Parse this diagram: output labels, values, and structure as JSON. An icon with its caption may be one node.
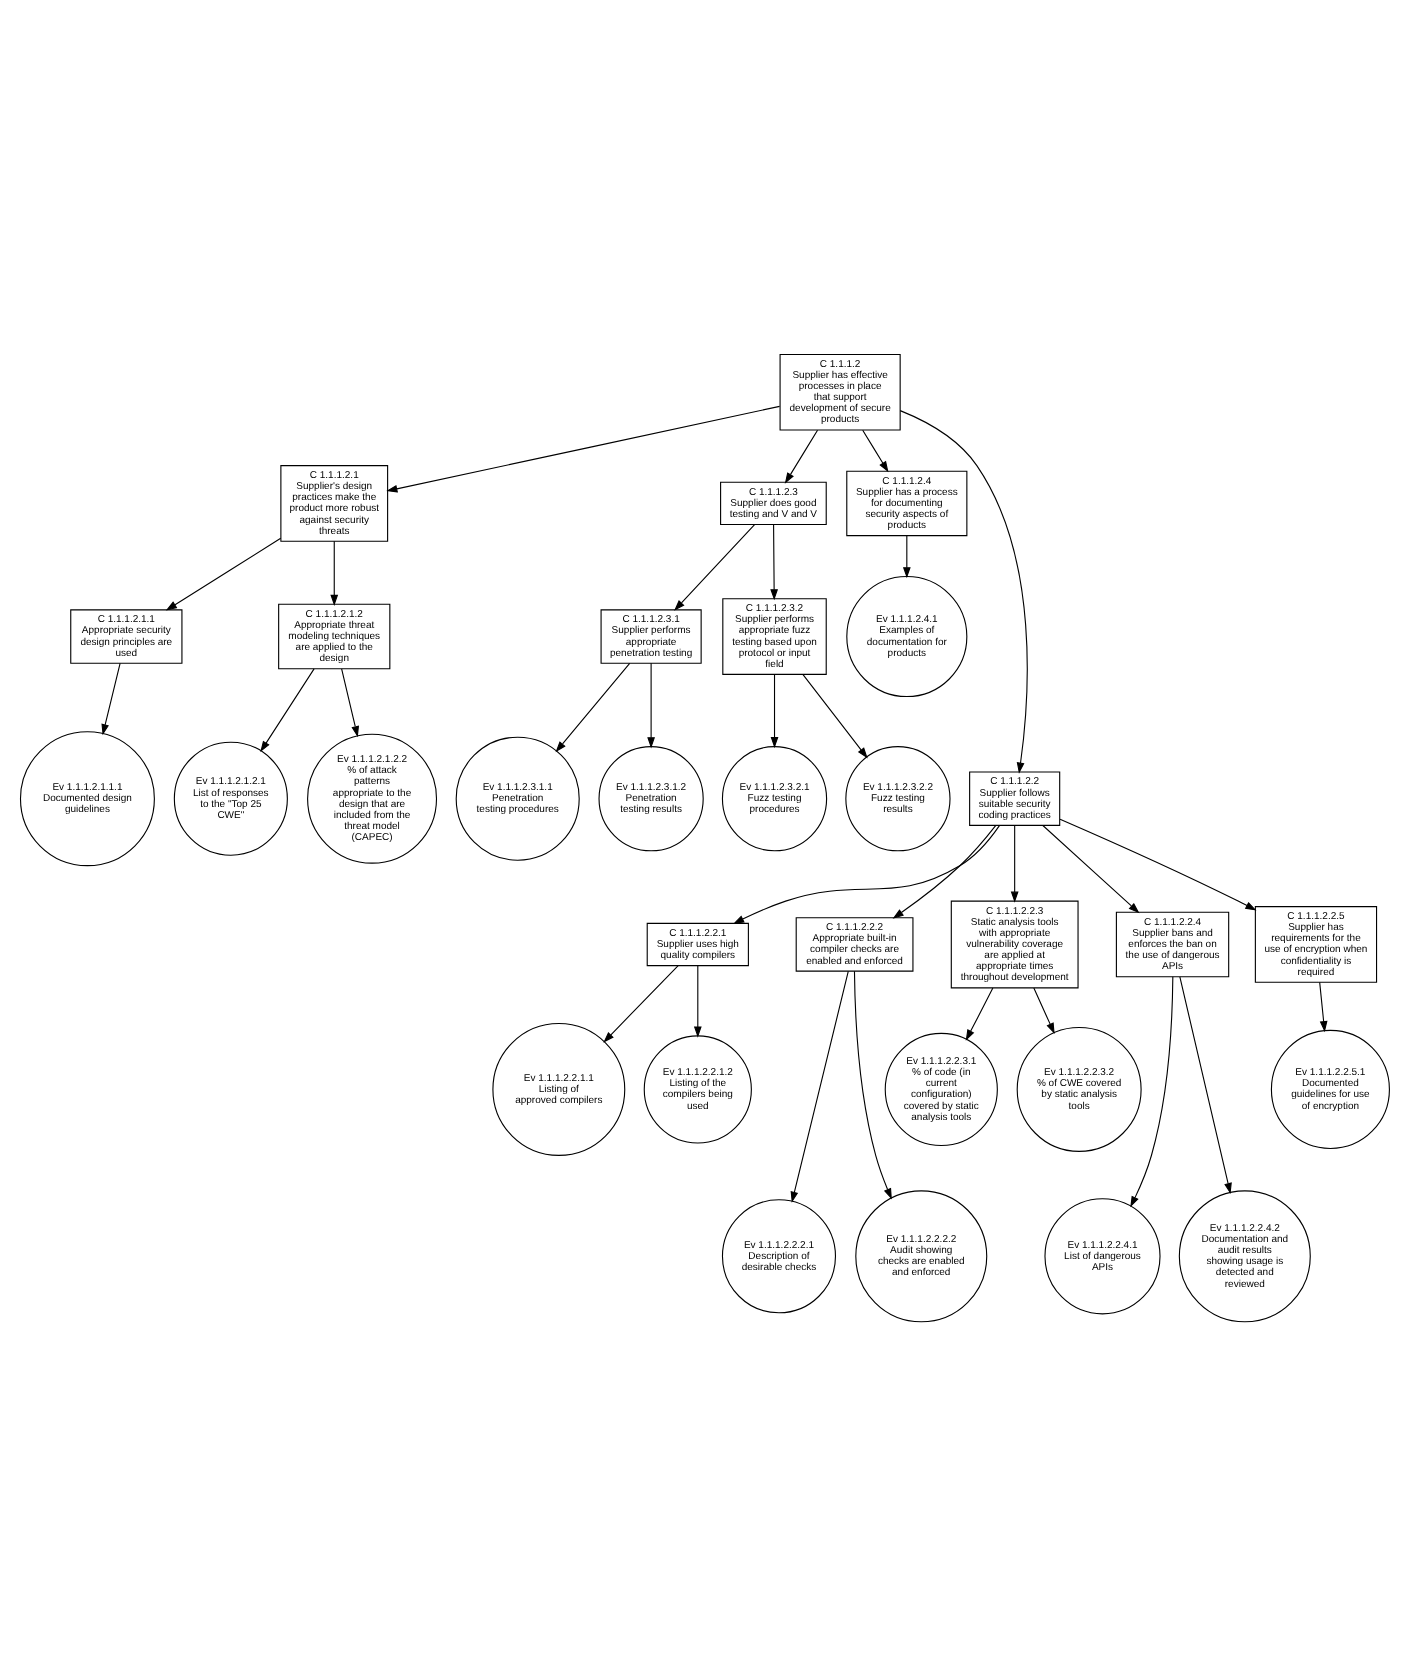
{
  "diagram": {
    "nodes": [
      {
        "text": [
          "C 1.1.1.2",
          "Supplier has effective processes in place that support development of secure products"
        ]
      },
      {
        "text": [
          "C 1.1.1.2.1",
          "Supplier's design practices make the product more robust against security threats"
        ]
      },
      {
        "text": [
          "C 1.1.1.2.3",
          "Supplier does good testing and V and V"
        ]
      },
      {
        "text": [
          "C 1.1.1.2.4",
          "Supplier has a process for documenting security aspects of products"
        ]
      },
      {
        "text": [
          "C 1.1.1.2.1.1",
          "Appropriate security design principles are used"
        ]
      },
      {
        "text": [
          "C 1.1.1.2.1.2",
          "Appropriate threat modeling techniques are applied to the design"
        ]
      },
      {
        "text": [
          "C 1.1.1.2.3.1",
          "Supplier performs appropriate penetration testing"
        ]
      },
      {
        "text": [
          "C 1.1.1.2.3.2",
          "Supplier performs appropriate fuzz testing based upon protocol or input field"
        ]
      },
      {
        "text": [
          "Ev 1.1.1.2.4.1",
          "Examples of documentation for products"
        ]
      },
      {
        "text": [
          "Ev 1.1.1.2.1.1.1",
          "Documented design guidelines"
        ]
      },
      {
        "text": [
          "Ev 1.1.1.2.1.2.1",
          "List of responses to the \"Top 25 CWE\""
        ]
      },
      {
        "text": [
          "Ev 1.1.1.2.1.2.2",
          "% of attack patterns appropriate to the design that are included from the threat model (CAPEC)"
        ]
      },
      {
        "text": [
          "Ev 1.1.1.2.3.1.1",
          "Penetration testing procedures"
        ]
      },
      {
        "text": [
          "Ev 1.1.1.2.3.1.2",
          "Penetration testing results"
        ]
      },
      {
        "text": [
          "Ev 1.1.1.2.3.2.1",
          "Fuzz testing procedures"
        ]
      },
      {
        "text": [
          "Ev 1.1.1.2.3.2.2",
          "Fuzz testing results"
        ]
      },
      {
        "text": [
          "C 1.1.1.2.2",
          "Supplier follows suitable security coding practices"
        ]
      },
      {
        "text": [
          "C 1.1.1.2.2.1",
          "Supplier uses high quality compilers"
        ]
      },
      {
        "text": [
          "C 1.1.1.2.2.2",
          "Appropriate built-in compiler checks are enabled and enforced"
        ]
      },
      {
        "text": [
          "C 1.1.1.2.2.3",
          "Static analysis tools with appropriate vulnerability coverage are applied at appropriate times throughout development"
        ]
      },
      {
        "text": [
          "C 1.1.1.2.2.4",
          "Supplier bans and enforces the ban on the use of dangerous APIs"
        ]
      },
      {
        "text": [
          "C 1.1.1.2.2.5",
          "Supplier has requirements for the use of encryption when confidentiality is required"
        ]
      },
      {
        "text": [
          "Ev 1.1.1.2.2.1.1",
          "Listing of approved compilers"
        ]
      },
      {
        "text": [
          "Ev 1.1.1.2.2.1.2",
          "Listing of the compilers being used"
        ]
      },
      {
        "text": [
          "Ev 1.1.1.2.2.3.1",
          "% of code (in current configuration) covered by static analysis tools"
        ]
      },
      {
        "text": [
          "Ev 1.1.1.2.2.3.2",
          "% of CWE covered by static analysis tools"
        ]
      },
      {
        "text": [
          "Ev 1.1.1.2.2.5.1",
          "Documented guidelines for use of encryption"
        ]
      },
      {
        "text": [
          "Ev 1.1.1.2.2.2.1",
          "Description of desirable checks"
        ]
      },
      {
        "text": [
          "Ev 1.1.1.2.2.2.2",
          "Audit showing checks are enabled and enforced"
        ]
      },
      {
        "text": [
          "Ev 1.1.1.2.2.4.1",
          "List of dangerous APIs"
        ]
      },
      {
        "text": [
          "Ev 1.1.1.2.2.4.2",
          "Documentation and audit results showing usage is detected and reviewed"
        ]
      }
    ],
    "edges": [
      {
        "from": 0,
        "to": 1,
        "arrow": "to"
      },
      {
        "from": 0,
        "to": 16,
        "arrow": "to"
      },
      {
        "from": 0,
        "to": 2,
        "arrow": "to"
      },
      {
        "from": 0,
        "to": 3,
        "arrow": "to"
      },
      {
        "from": 1,
        "to": 4,
        "arrow": "to"
      },
      {
        "from": 1,
        "to": 5,
        "arrow": "to"
      },
      {
        "from": 4,
        "to": 9,
        "arrow": "to"
      },
      {
        "from": 5,
        "to": 10,
        "arrow": "to"
      },
      {
        "from": 5,
        "to": 11,
        "arrow": "to"
      },
      {
        "from": 2,
        "to": 6,
        "arrow": "to"
      },
      {
        "from": 2,
        "to": 7,
        "arrow": "to"
      },
      {
        "from": 6,
        "to": 12,
        "arrow": "to"
      },
      {
        "from": 6,
        "to": 13,
        "arrow": "to"
      },
      {
        "from": 7,
        "to": 14,
        "arrow": "to"
      },
      {
        "from": 7,
        "to": 15,
        "arrow": "to"
      },
      {
        "from": 3,
        "to": 8,
        "arrow": "to"
      },
      {
        "from": 16,
        "to": 17,
        "arrow": "to"
      },
      {
        "from": 16,
        "to": 18,
        "arrow": "to"
      },
      {
        "from": 16,
        "to": 19,
        "arrow": "to"
      },
      {
        "from": 16,
        "to": 20,
        "arrow": "to"
      },
      {
        "from": 16,
        "to": 21,
        "arrow": "to"
      },
      {
        "from": 17,
        "to": 22,
        "arrow": "to"
      },
      {
        "from": 17,
        "to": 23,
        "arrow": "to"
      },
      {
        "from": 18,
        "to": 27,
        "arrow": "to"
      },
      {
        "from": 18,
        "to": 28,
        "arrow": "to"
      },
      {
        "from": 19,
        "to": 24,
        "arrow": "to"
      },
      {
        "from": 19,
        "to": 25,
        "arrow": "to"
      },
      {
        "from": 20,
        "to": 29,
        "arrow": "to"
      },
      {
        "from": 20,
        "to": 30,
        "arrow": "to"
      },
      {
        "from": 21,
        "to": 26,
        "arrow": "to"
      }
    ]
  }
}
